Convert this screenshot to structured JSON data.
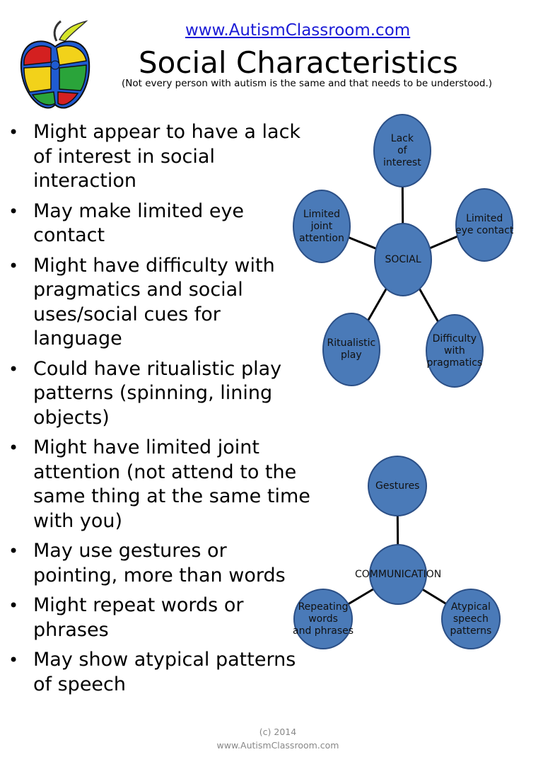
{
  "header": {
    "url": "www.AutismClassroom.com",
    "title": "Social Characteristics",
    "subtitle": "(Not every person with autism is the same and that needs to be understood.)"
  },
  "bullets": [
    "Might appear to have a lack of interest in social interaction",
    "May make limited eye contact",
    "Might have difficulty with pragmatics and social uses/social cues for language",
    "Could have ritualistic play patterns (spinning, lining objects)",
    "Might have limited joint attention (not attend to the same thing at the same time with you)",
    "May use gestures or pointing, more than words",
    "Might repeat words or phrases",
    "May show atypical patterns of speech"
  ],
  "social_diagram": {
    "center": "SOCIAL",
    "nodes": [
      [
        "Lack",
        "of",
        "interest"
      ],
      [
        "Limited",
        "eye contact"
      ],
      [
        "Difficulty",
        "with",
        "pragmatics"
      ],
      [
        "Ritualistic",
        "play"
      ],
      [
        "Limited",
        "joint",
        "attention"
      ]
    ]
  },
  "communication_diagram": {
    "center": "COMMUNICATION",
    "nodes": [
      [
        "Gestures"
      ],
      [
        "Atypical",
        "speech",
        "patterns"
      ],
      [
        "Repeating",
        "words",
        "and phrases"
      ]
    ]
  },
  "footer": {
    "copyright": "(c) 2014",
    "site": "www.AutismClassroom.com"
  },
  "colors": {
    "node_fill": "#4a7ab8",
    "node_stroke": "#2b4f86",
    "link": "#1a1ad6"
  }
}
